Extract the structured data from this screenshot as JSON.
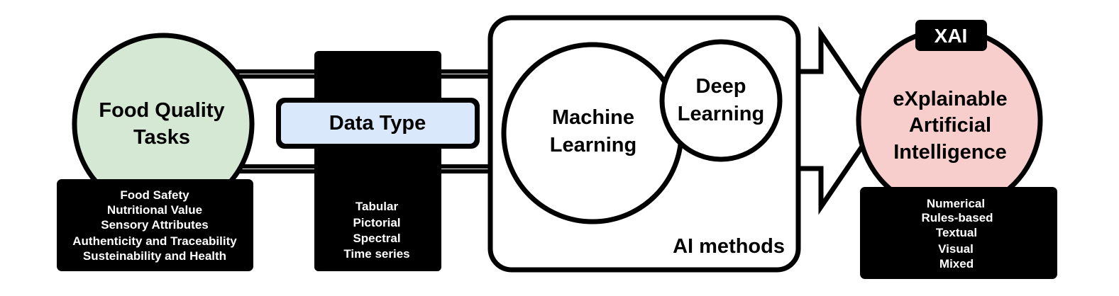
{
  "food_quality": {
    "title_lines": [
      "Food Quality",
      "Tasks"
    ],
    "items": [
      "Food Safety",
      "Nutritional Value",
      "Sensory Attributes",
      "Authenticity and Traceability",
      "Susteinability and Health"
    ]
  },
  "data_type": {
    "label": "Data Type",
    "items": [
      "Tabular",
      "Pictorial",
      "Spectral",
      "Time series"
    ]
  },
  "ai_methods": {
    "label": "AI methods",
    "machine_learning_lines": [
      "Machine",
      "Learning"
    ],
    "deep_learning_lines": [
      "Deep",
      "Learning"
    ]
  },
  "xai": {
    "badge": "XAI",
    "title_lines": [
      "eXplainable",
      "Artificial",
      "Intelligence"
    ],
    "items": [
      "Numerical",
      "Rules-based",
      "Textual",
      "Visual",
      "Mixed"
    ]
  },
  "colors": {
    "food_quality_fill": "#d5e8d4",
    "data_type_fill": "#dae8fc",
    "xai_fill": "#f8cecc",
    "stroke": "#000000",
    "box_fill": "#000000",
    "box_text": "#ffffff"
  }
}
